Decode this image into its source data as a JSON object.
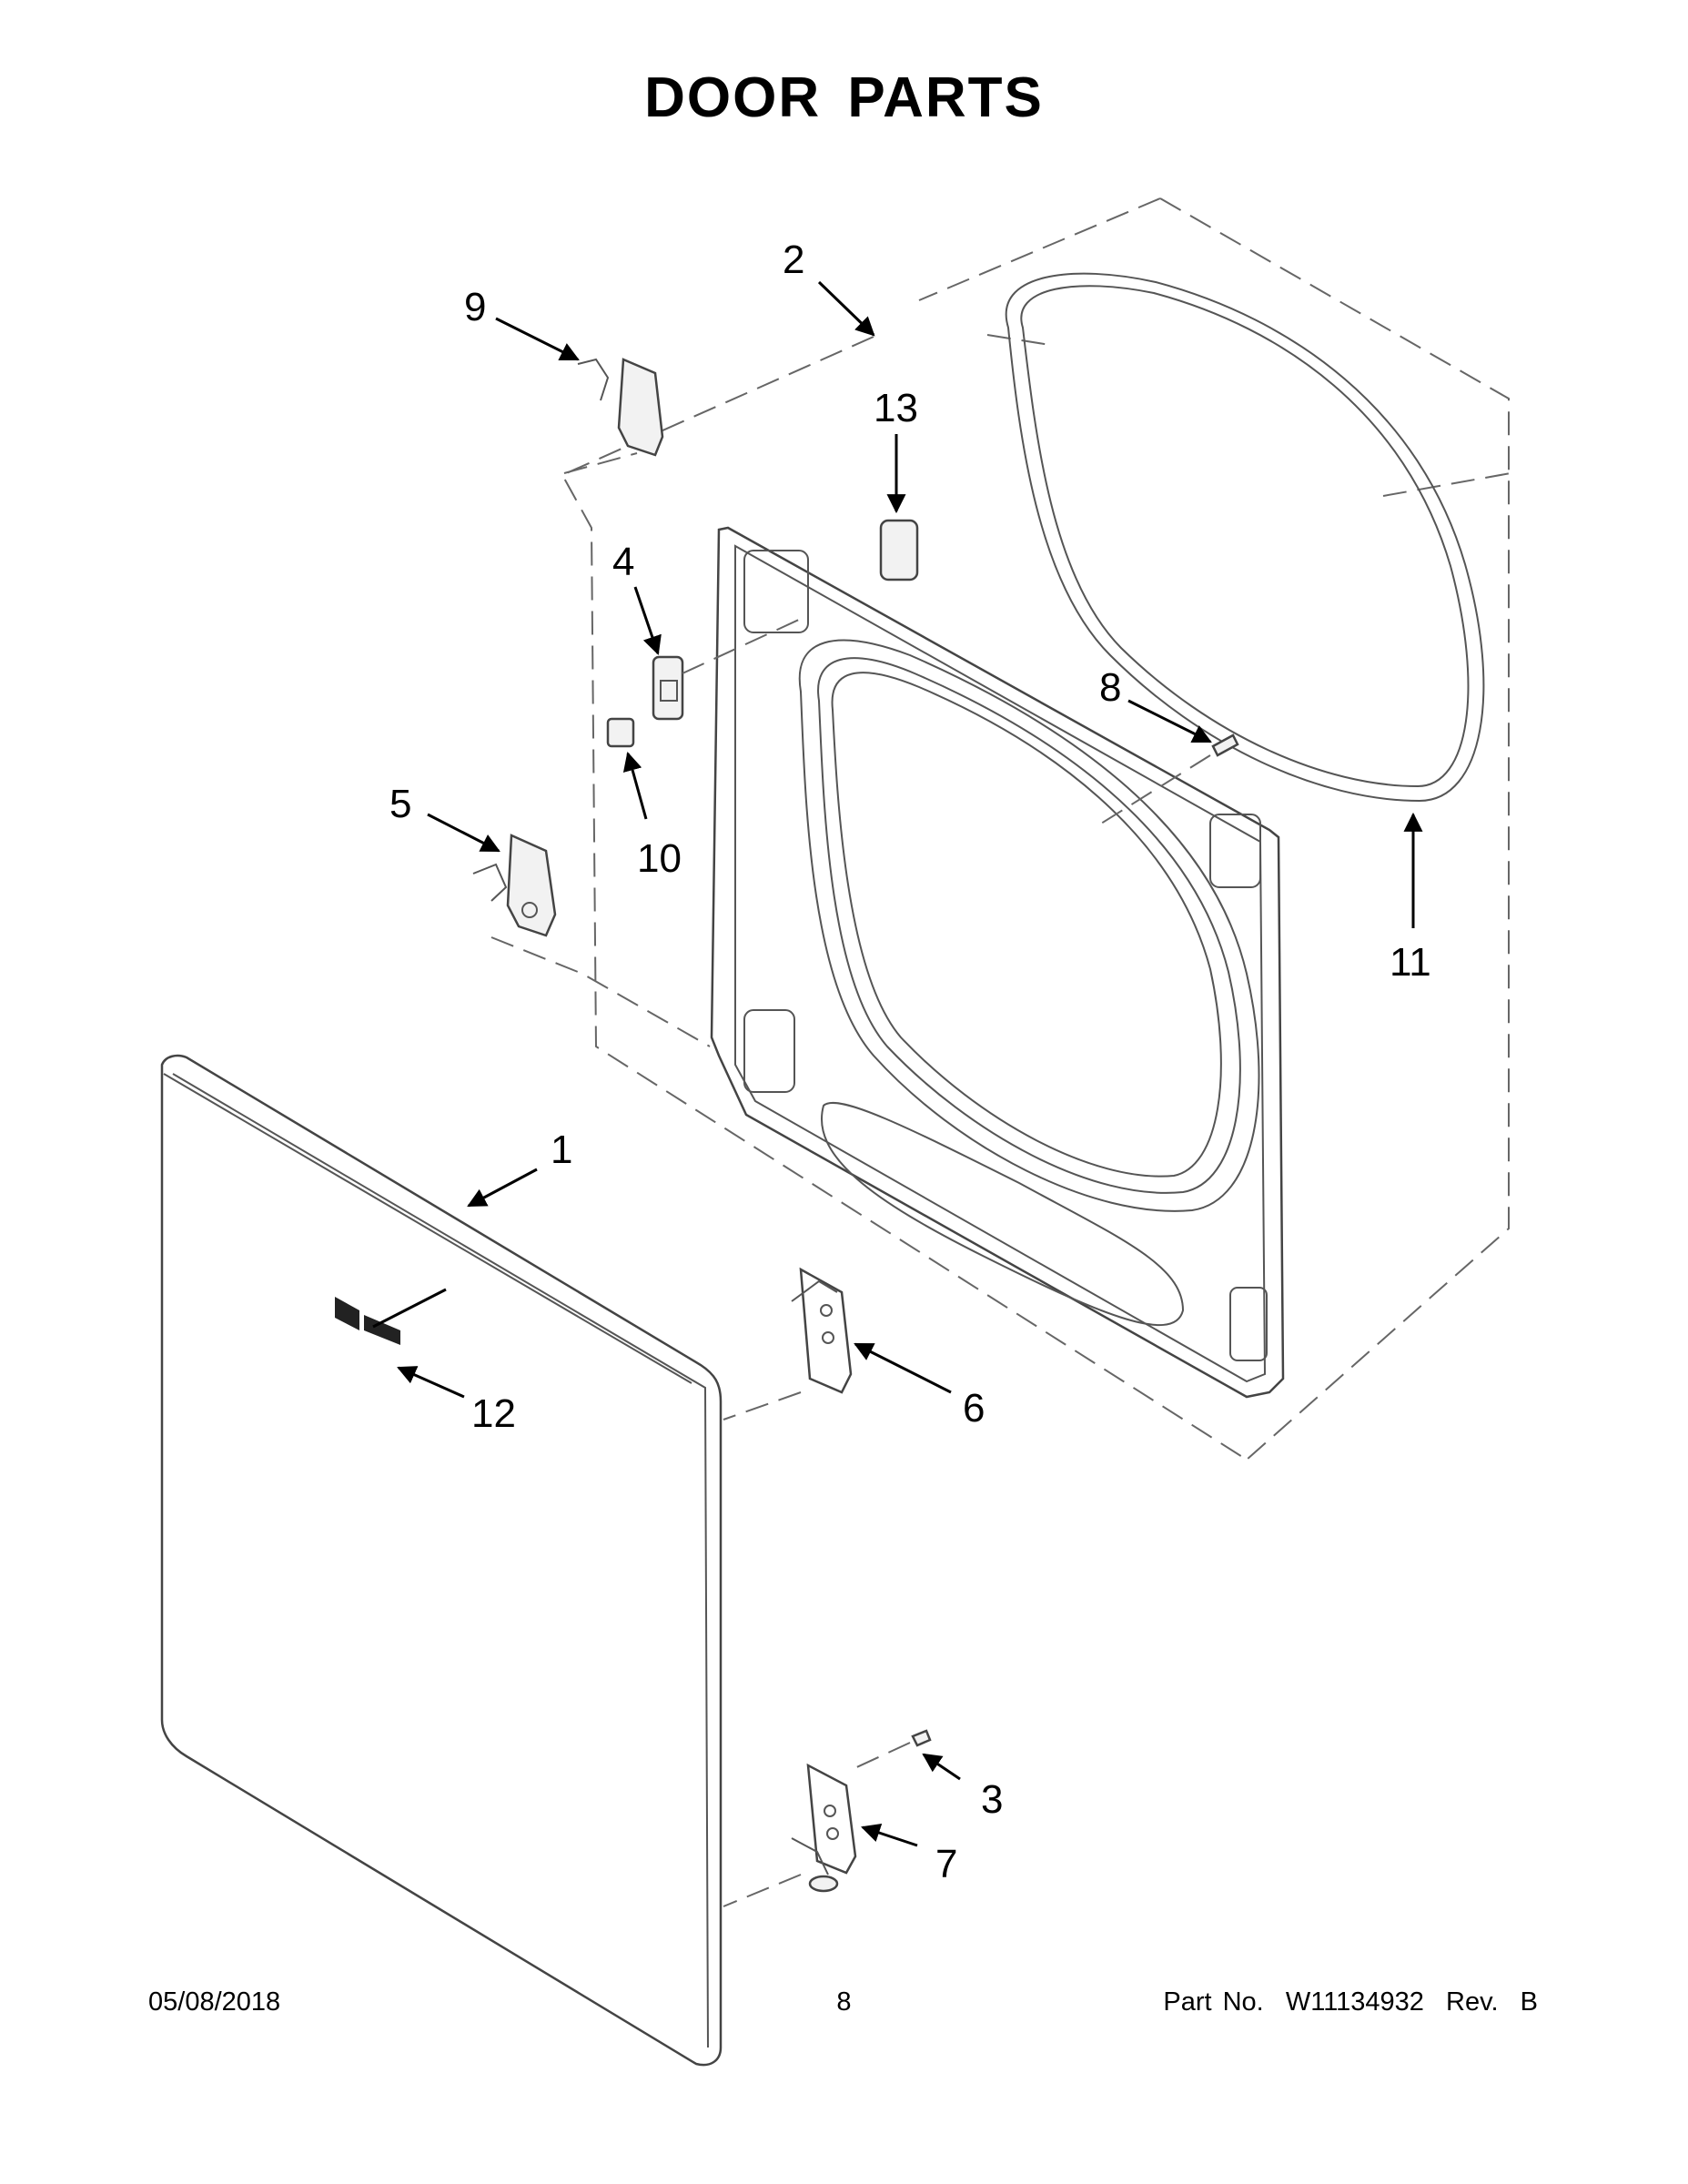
{
  "title": "DOOR PARTS",
  "footer": {
    "date": "05/08/2018",
    "page": "8",
    "part_number": "Part No.  W11134932  Rev.  B"
  },
  "callouts": [
    {
      "id": "1",
      "label": "1"
    },
    {
      "id": "2",
      "label": "2"
    },
    {
      "id": "3",
      "label": "3"
    },
    {
      "id": "4",
      "label": "4"
    },
    {
      "id": "5",
      "label": "5"
    },
    {
      "id": "6",
      "label": "6"
    },
    {
      "id": "7",
      "label": "7"
    },
    {
      "id": "8",
      "label": "8"
    },
    {
      "id": "9",
      "label": "9"
    },
    {
      "id": "10",
      "label": "10"
    },
    {
      "id": "11",
      "label": "11"
    },
    {
      "id": "12",
      "label": "12"
    },
    {
      "id": "13",
      "label": "13"
    }
  ],
  "colors": {
    "line": "#444444",
    "text": "#000000",
    "background": "#ffffff"
  }
}
